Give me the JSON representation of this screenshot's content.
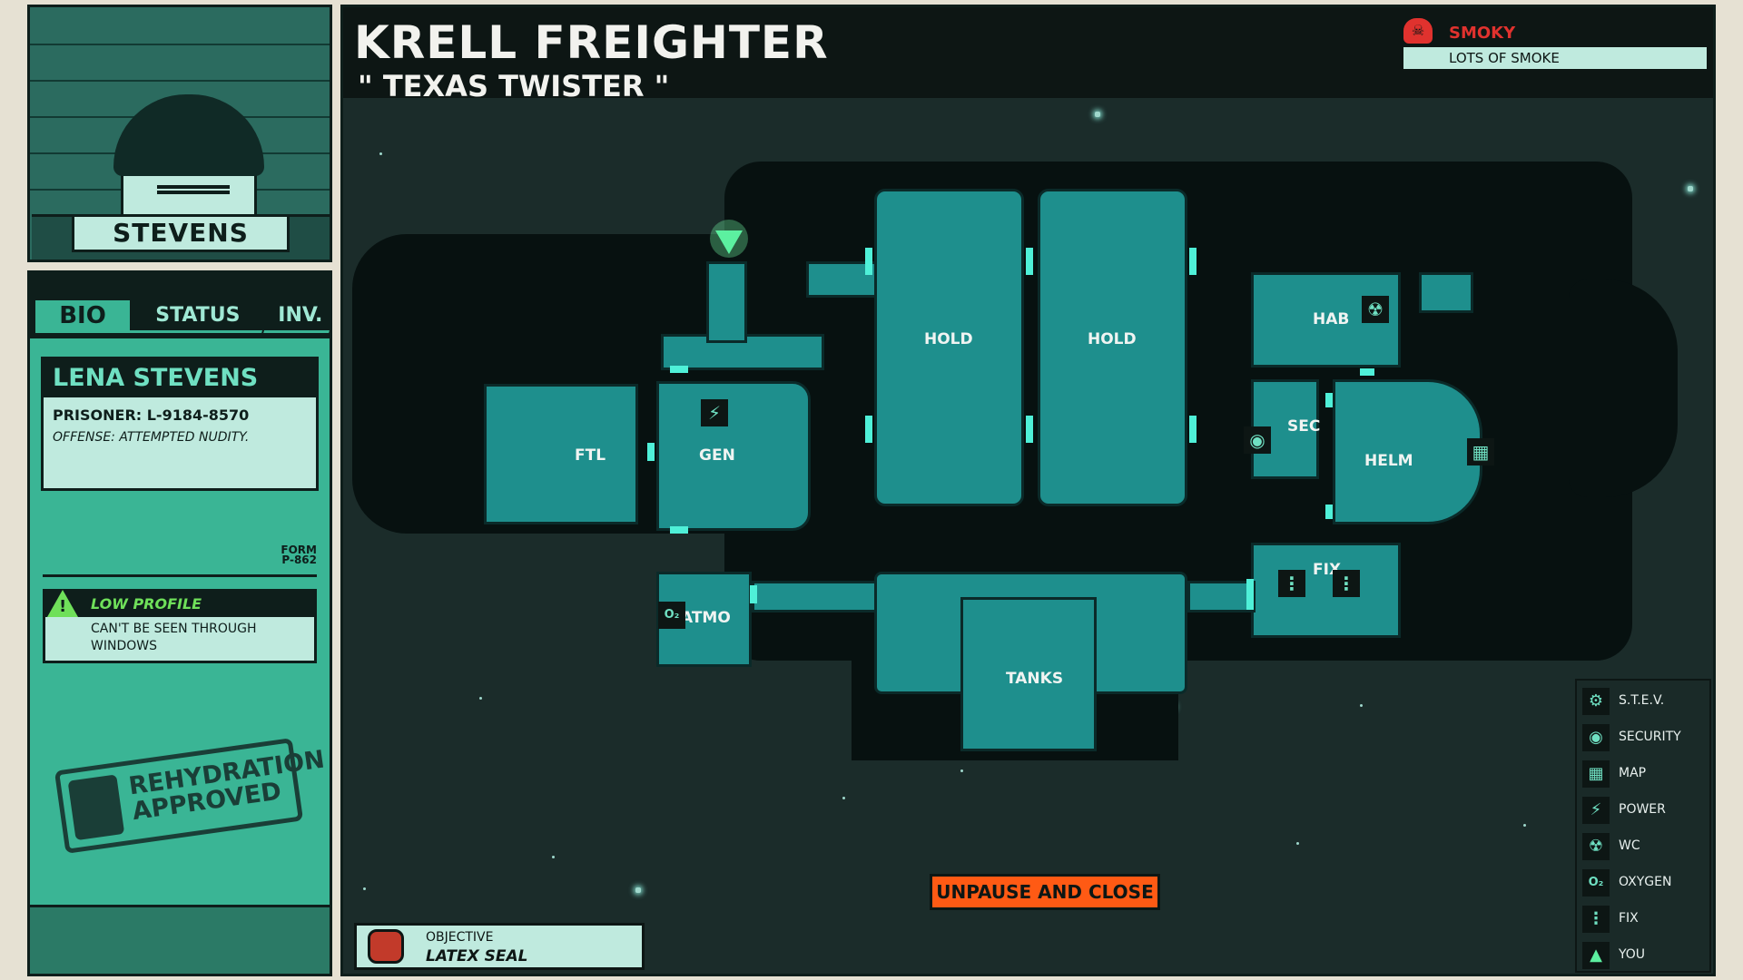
{
  "character": {
    "nameplate": "STEVENS",
    "full_name": "LENA STEVENS",
    "prisoner": "PRISONER: L-9184-8570",
    "offense": "OFFENSE: ATTEMPTED NUDITY."
  },
  "tabs": [
    {
      "label": "BIO",
      "active": true
    },
    {
      "label": "STATUS",
      "active": false
    },
    {
      "label": "INV.",
      "active": false
    }
  ],
  "form": {
    "line1": "FORM",
    "line2": "P-862"
  },
  "trait": {
    "title": "LOW PROFILE",
    "description": "CAN'T BE SEEN THROUGH WINDOWS",
    "icon": "warning-icon"
  },
  "stamp": {
    "line1": "REHYDRATION",
    "line2": "APPROVED"
  },
  "map": {
    "title": "KRELL FREIGHTER",
    "subtitle": "\" TEXAS TWISTER \"",
    "condition": {
      "name": "SMOKY",
      "description": "LOTS OF SMOKE",
      "icon": "skull-icon",
      "color": "#e0322e"
    },
    "rooms": {
      "ftl": "FTL",
      "gen": "GEN",
      "hold1": "HOLD",
      "hold2": "HOLD",
      "hab": "HAB",
      "sec": "SEC",
      "helm": "HELM",
      "fix": "FIX",
      "atmo": "ATMO",
      "tanks": "TANKS"
    },
    "icons": {
      "power": "⚡",
      "security": "◉",
      "map": "▦",
      "wc": "☢",
      "oxygen": "O₂",
      "fix": "⋮"
    }
  },
  "close_button": "UNPAUSE AND CLOSE",
  "objective": {
    "label": "OBJECTIVE",
    "value": "LATEX SEAL"
  },
  "legend": [
    {
      "label": "S.T.E.V.",
      "icon": "⚙"
    },
    {
      "label": "SECURITY",
      "icon": "◉"
    },
    {
      "label": "MAP",
      "icon": "▦"
    },
    {
      "label": "POWER",
      "icon": "⚡"
    },
    {
      "label": "WC",
      "icon": "☢"
    },
    {
      "label": "OXYGEN",
      "icon": "O₂"
    },
    {
      "label": "FIX",
      "icon": "⋮"
    },
    {
      "label": "YOU",
      "icon": "▲"
    }
  ],
  "colors": {
    "accent": "#3ab595",
    "room": "#1e8f8d",
    "door": "#4ff0d8",
    "button": "#ff5a14",
    "you": "#5cf0a0"
  }
}
